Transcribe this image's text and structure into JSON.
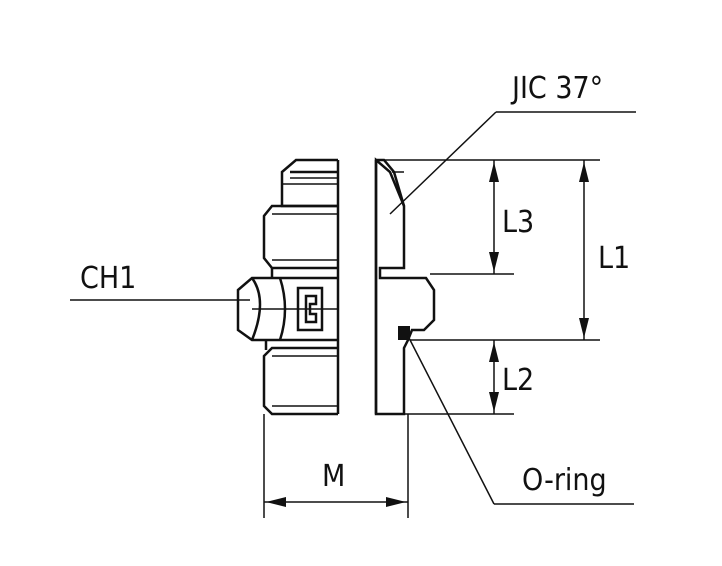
{
  "labels": {
    "jic": "JIC 37°",
    "ch1": "CH1",
    "l1": "L1",
    "l2": "L2",
    "l3": "L3",
    "m": "M",
    "oring": "O-ring"
  }
}
